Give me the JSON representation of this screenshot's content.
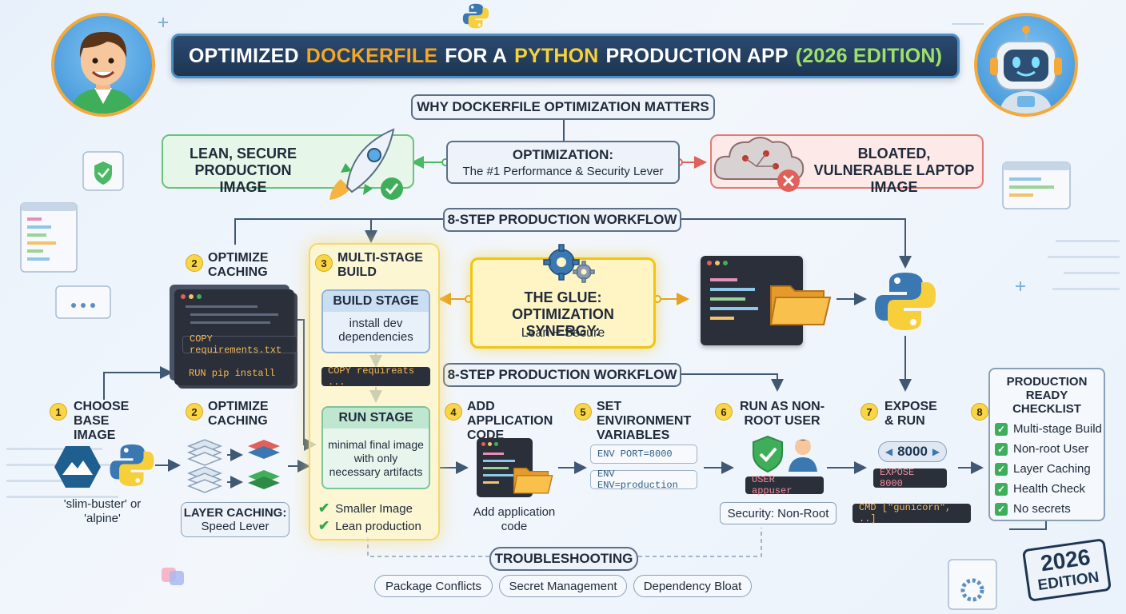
{
  "title": {
    "part1": "OPTIMIZED",
    "part2": "DOCKERFILE",
    "part3": "FOR A",
    "part4": "PYTHON",
    "part5": "PRODUCTION APP",
    "part6": "(2026 EDITION)"
  },
  "why": "WHY DOCKERFILE OPTIMIZATION MATTERS",
  "lean": "LEAN, SECURE PRODUCTION IMAGE",
  "optimization": {
    "title": "OPTIMIZATION:",
    "subtitle": "The #1 Performance & Security Lever"
  },
  "bloated": "BLOATED, VULNERABLE LAPTOP IMAGE",
  "workflow_top": "8-STEP PRODUCTION WORKFLOW",
  "workflow_mid": "8-STEP PRODUCTION WORKFLOW",
  "step2_top": {
    "num": "2",
    "title": "OPTIMIZE CACHING"
  },
  "code_top": {
    "line1": "COPY requirements.txt",
    "line2": "RUN pip install"
  },
  "step3": {
    "num": "3",
    "title": "MULTI-STAGE BUILD",
    "build_title": "BUILD STAGE",
    "build_text": "install dev dependencies",
    "copy_code": "COPY requireats ...",
    "run_title": "RUN STAGE",
    "run_text": "minimal final image with only necessary artifacts",
    "check1": "Smaller Image",
    "check2": "Lean production"
  },
  "glue": {
    "title": "THE GLUE: OPTIMIZATION SYNERGY:",
    "subtitle": "Lean + Secure"
  },
  "step1": {
    "num": "1",
    "title": "CHOOSE BASE IMAGE",
    "caption": "'slim-buster' or 'alpine'"
  },
  "step2": {
    "num": "2",
    "title": "OPTIMIZE CACHING",
    "caption_title": "LAYER CACHING:",
    "caption_sub": "Speed Lever"
  },
  "step4": {
    "num": "4",
    "title": "ADD APPLICATION CODE",
    "caption": "Add application code"
  },
  "step5": {
    "num": "5",
    "title": "SET ENVIRONMENT VARIABLES",
    "code1": "ENV PORT=8000",
    "code2": "ENV ENV=production"
  },
  "step6": {
    "num": "6",
    "title": "RUN AS NON-ROOT USER",
    "code": "USER appuser",
    "caption": "Security: Non-Root"
  },
  "step7": {
    "num": "7",
    "title": "EXPOSE & RUN",
    "port": "8000",
    "expose": "EXPOSE 8000",
    "cmd": "CMD [\"gunicorn\", ..]"
  },
  "step8": {
    "num": "8",
    "title": "PRODUCTION READY CHECKLIST",
    "items": [
      "Multi-stage Build",
      "Non-root User",
      "Layer Caching",
      "Health Check",
      "No secrets"
    ]
  },
  "troubleshooting": {
    "title": "TROUBLESHOOTING",
    "items": [
      "Package Conflicts",
      "Secret Management",
      "Dependency Bloat"
    ]
  },
  "badge": {
    "year": "2026",
    "word": "EDITION"
  },
  "colors": {
    "navy": "#1d3553",
    "orange": "#f5a623",
    "yellow": "#f7d23b",
    "green": "#3fae5a",
    "red": "#e27b74",
    "python_blue": "#3b77b0",
    "python_yellow": "#f7cf3b"
  }
}
